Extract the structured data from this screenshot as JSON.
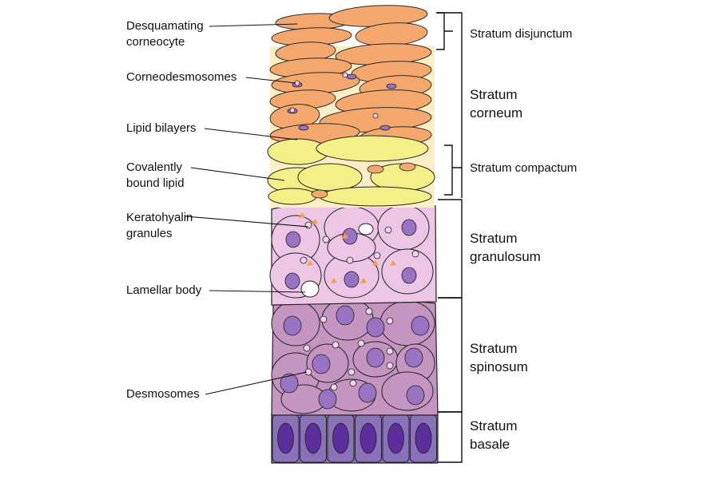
{
  "colors": {
    "corneocyte": "#f5a86e",
    "corneocyte_stroke": "#2b2b2b",
    "lipid_matrix": "#fcefc6",
    "compactum_lipid": "#f4ef86",
    "granular_cell": "#ecc6e4",
    "granule": "#f4a04a",
    "spinous_cell": "#c495c0",
    "spinous_nucleus": "#9a72c2",
    "basal_cell": "#8a72b8",
    "basal_nucleus": "#5b2e9c",
    "desmosome": "#f2d4ec",
    "outline": "#222222"
  },
  "left_labels": {
    "desquamating": "Desquamating\ncorneocyte",
    "corneodesmosomes": "Corneodesmosomes",
    "lipid_bilayers": "Lipid bilayers",
    "covalently_bound": "Covalently\nbound lipid",
    "keratohyalin": "Keratohyalin\ngranules",
    "lamellar": "Lamellar body",
    "desmosomes": "Desmosomes"
  },
  "right_labels": {
    "disjunctum": "Stratum disjunctum",
    "corneum": "Stratum\ncorneum",
    "compactum": "Stratum compactum",
    "granulosum": "Stratum\ngranulosum",
    "spinosum": "Stratum\nspinosum",
    "basale": "Stratum\nbasale"
  }
}
